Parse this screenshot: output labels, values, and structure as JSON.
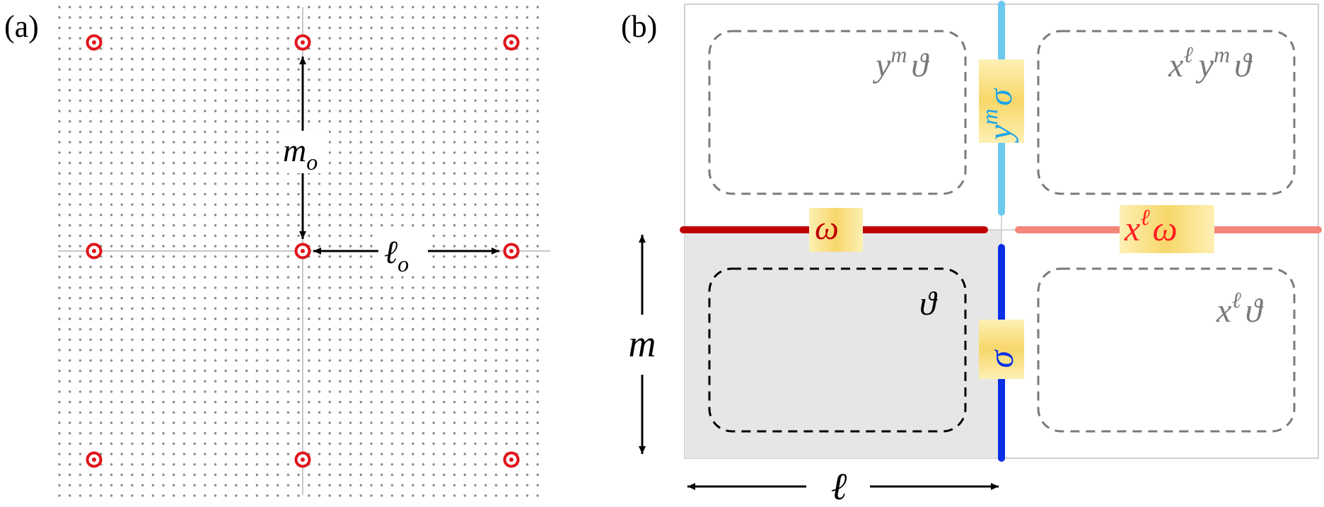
{
  "panel_a": {
    "label": "(a)",
    "m_label": "m",
    "m_sub": "o",
    "l_label": "ℓ",
    "l_sub": "o"
  },
  "panel_b": {
    "label": "(b)",
    "boxes": {
      "top_left": {
        "base": "y",
        "sup": "m",
        "tail": "ϑ"
      },
      "top_right": {
        "base1": "x",
        "sup1": "ℓ",
        "base2": "y",
        "sup2": "m",
        "tail": "ϑ"
      },
      "bottom_left": {
        "text": "ϑ"
      },
      "bottom_right": {
        "base": "x",
        "sup": "ℓ",
        "tail": "ϑ"
      }
    },
    "edges": {
      "omega": "ω",
      "x_l_omega": {
        "base": "x",
        "sup": "ℓ",
        "tail": "ω"
      },
      "sigma": "σ",
      "y_m_sigma": {
        "base": "y",
        "sup": "m",
        "tail": "σ"
      }
    },
    "dim_m": "m",
    "dim_l": "ℓ"
  },
  "colors": {
    "dot_grid": "#8a8a8a",
    "site_marker": "#e0141b",
    "omega_edge": "#c00000",
    "x_l_omega_edge": "#f4857a",
    "sigma_edge": "#0a2fe6",
    "y_m_sigma_edge": "#6cc8ef",
    "dashed_gray": "#7a7a7a",
    "shaded_cell": "#e6e6e6"
  }
}
